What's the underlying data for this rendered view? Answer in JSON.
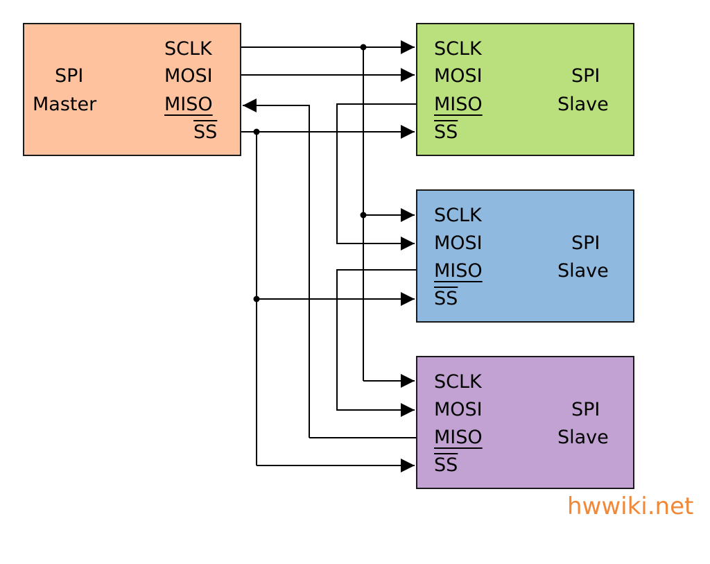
{
  "master": {
    "title_line1": "SPI",
    "title_line2": "Master",
    "pins": {
      "sclk": "SCLK",
      "mosi": "MOSI",
      "miso": "MISO",
      "ss": "SS"
    },
    "fill": "#ffc29e"
  },
  "slaves": [
    {
      "title_line1": "SPI",
      "title_line2": "Slave",
      "pins": {
        "sclk": "SCLK",
        "mosi": "MOSI",
        "miso": "MISO",
        "ss": "SS"
      },
      "fill": "#b9e07d"
    },
    {
      "title_line1": "SPI",
      "title_line2": "Slave",
      "pins": {
        "sclk": "SCLK",
        "mosi": "MOSI",
        "miso": "MISO",
        "ss": "SS"
      },
      "fill": "#8fb9df"
    },
    {
      "title_line1": "SPI",
      "title_line2": "Slave",
      "pins": {
        "sclk": "SCLK",
        "mosi": "MOSI",
        "miso": "MISO",
        "ss": "SS"
      },
      "fill": "#c2a2d2"
    }
  ],
  "watermark": {
    "text": "hwwiki.net",
    "color": "#f0883a"
  },
  "wire_color": "#000000"
}
